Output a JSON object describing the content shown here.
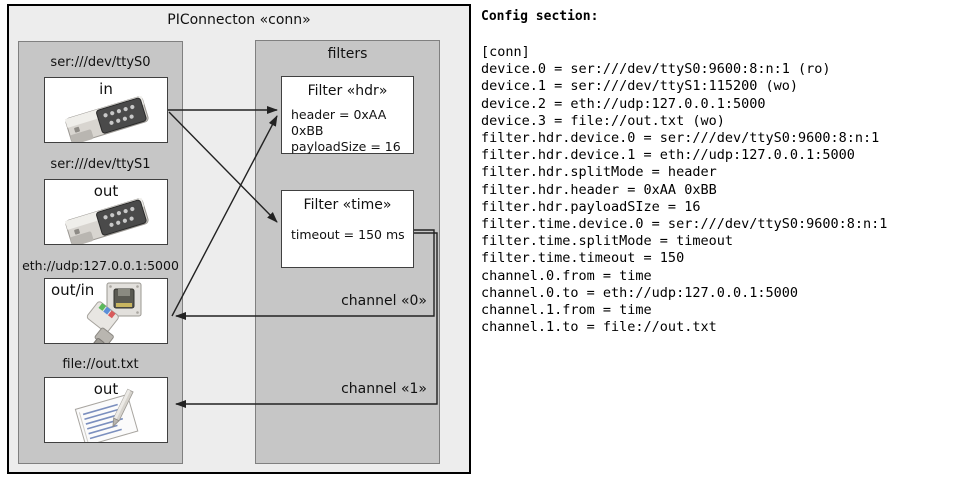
{
  "diagram": {
    "outer": {
      "title": "PIConnecton «conn»"
    },
    "devices_panel": {
      "title": "",
      "entries": [
        {
          "label": "ser:///dev/ttyS0",
          "direction": "in",
          "icon": "serial-port-icon"
        },
        {
          "label": "ser:///dev/ttyS1",
          "direction": "out",
          "icon": "serial-port-icon"
        },
        {
          "label": "eth://udp:127.0.0.1:5000",
          "direction": "out/in",
          "icon": "ethernet-jack-icon"
        },
        {
          "label": "file://out.txt",
          "direction": "out",
          "icon": "text-file-icon"
        }
      ]
    },
    "filters_panel": {
      "title": "filters",
      "filters": [
        {
          "title": "Filter «hdr»",
          "props": [
            "header = 0xAA 0xBB",
            "payloadSize = 16"
          ]
        },
        {
          "title": "Filter «time»",
          "props": [
            "timeout = 150 ms"
          ]
        }
      ],
      "channels": [
        {
          "label": "channel «0»"
        },
        {
          "label": "channel «1»"
        }
      ]
    },
    "colors": {
      "outer_bg": "#ededed",
      "panel_bg": "#c6c6c6",
      "box_bg": "#ffffff",
      "outline": "#000000",
      "panel_outline": "#808080",
      "wire": "#333333"
    }
  },
  "config": {
    "heading": "Config section:",
    "lines": [
      "[conn]",
      "device.0 = ser:///dev/ttyS0:9600:8:n:1 (ro)",
      "device.1 = ser:///dev/ttyS1:115200 (wo)",
      "device.2 = eth://udp:127.0.0.1:5000",
      "device.3 = file://out.txt (wo)",
      "filter.hdr.device.0 = ser:///dev/ttyS0:9600:8:n:1",
      "filter.hdr.device.1 = eth://udp:127.0.0.1:5000",
      "filter.hdr.splitMode = header",
      "filter.hdr.header = 0xAA 0xBB",
      "filter.hdr.payloadSIze = 16",
      "filter.time.device.0 = ser:///dev/ttyS0:9600:8:n:1",
      "filter.time.splitMode = timeout",
      "filter.time.timeout = 150",
      "channel.0.from = time",
      "channel.0.to = eth://udp:127.0.0.1:5000",
      "channel.1.from = time",
      "channel.1.to = file://out.txt"
    ]
  }
}
